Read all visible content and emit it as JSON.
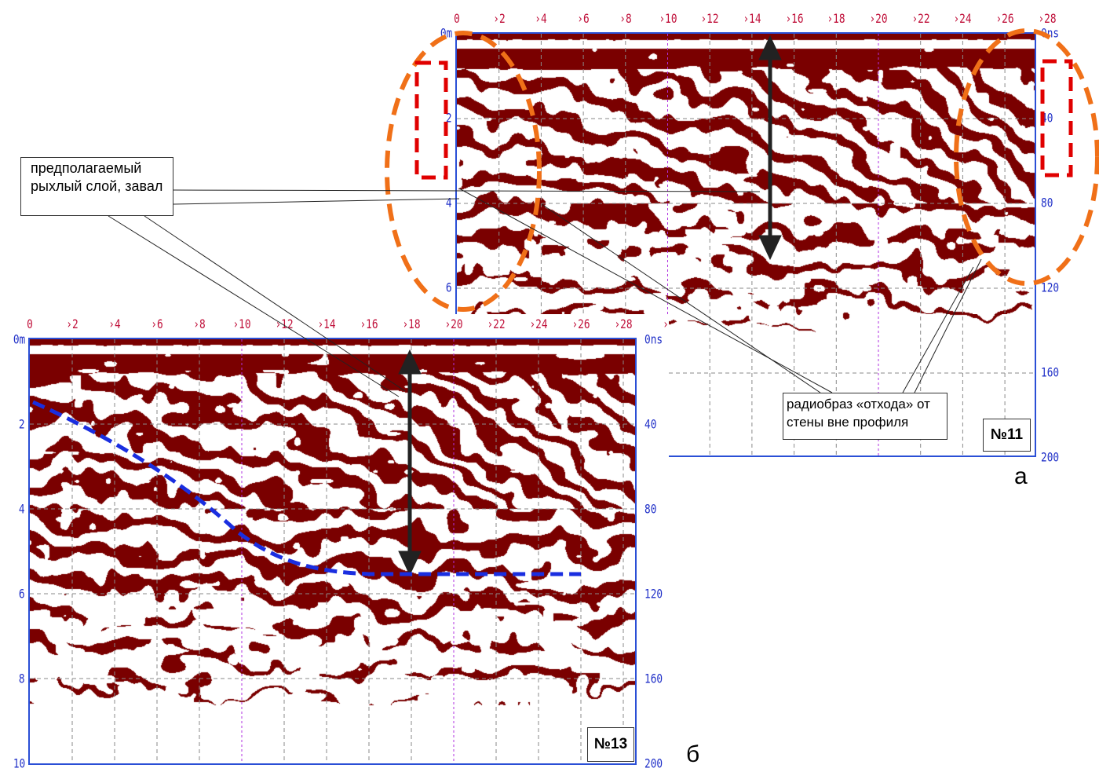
{
  "panel_a": {
    "id_label": "№11",
    "letter": "а",
    "x_ticks": [
      "0",
      "›2",
      "›4",
      "›6",
      "›8",
      "›10",
      "›12",
      "›14",
      "›16",
      "›18",
      "›20",
      "›22",
      "›24",
      "›26",
      "›28"
    ],
    "depth_ticks": [
      "0m",
      "2",
      "4",
      "6"
    ],
    "time_ticks": [
      "0ns",
      "40",
      "80",
      "120",
      "160",
      "200"
    ]
  },
  "panel_b": {
    "id_label": "№13",
    "letter": "б",
    "x_ticks": [
      "0",
      "›2",
      "›4",
      "›6",
      "›8",
      "›10",
      "›12",
      "›14",
      "›16",
      "›18",
      "›20",
      "›22",
      "›24",
      "›26",
      "›28",
      "›"
    ],
    "depth_ticks": [
      "0m",
      "2",
      "4",
      "6",
      "8",
      "10"
    ],
    "time_ticks": [
      "0ns",
      "40",
      "80",
      "120",
      "160",
      "200"
    ]
  },
  "annotations": {
    "loose_layer": "предполагаемый рыхлый слой, завал",
    "wall_reflection": "радиобраз «отхода» от стены вне профиля"
  },
  "colors": {
    "radargram": "#7a0000",
    "axis": "#2a4fd6",
    "tick_top": "#c0103a",
    "tick_side": "#2030c8",
    "ellipse": "#f07018",
    "rect": "#e00000",
    "boundary": "#1a2ee0"
  }
}
